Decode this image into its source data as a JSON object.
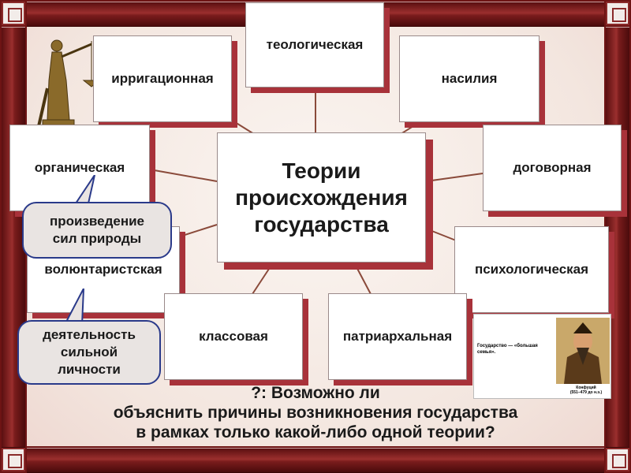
{
  "center": {
    "line1": "Теории",
    "line2": "происхождения",
    "line3": "государства"
  },
  "theories": {
    "theological": "теологическая",
    "irrigation": "ирригационная",
    "violence": "насилия",
    "organic": "органическая",
    "contractual": "договорная",
    "voluntarist": "волюнтаристская",
    "psychological": "психологическая",
    "class": "классовая",
    "patriarchal": "патриархальная"
  },
  "bubbles": {
    "organic_note_l1": "произведение",
    "organic_note_l2": "сил природы",
    "voluntarist_note_l1": "деятельность",
    "voluntarist_note_l2": "сильной",
    "voluntarist_note_l3": "личности"
  },
  "question": {
    "line1": "?: Возможно ли",
    "line2": "объяснить причины возникновения государства",
    "line3": "в рамках только какой-либо одной теории?"
  },
  "portrait": {
    "caption": "Государство — «большая семья».",
    "name": "Конфуций",
    "years": "(551–479 до н.э.)"
  },
  "colors": {
    "frame": "#7a1c1c",
    "shadow": "#a8323a",
    "bubble_border": "#2a3a8a"
  },
  "icons": {
    "justice": "lady-justice-statue-icon",
    "portrait": "confucius-portrait-icon"
  }
}
